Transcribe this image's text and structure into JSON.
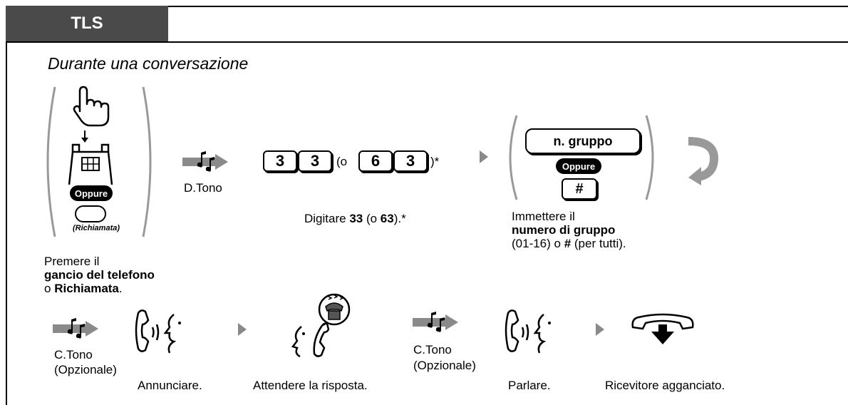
{
  "section_tab": "TLS",
  "subtitle": "Durante una conversazione",
  "or_badge": "Oppure",
  "recall_label": "(Richiamata)",
  "step1": {
    "line1": "Premere il",
    "line2": "gancio del telefono",
    "line3_prefix": "o ",
    "line3_bold": "Richiamata",
    "line3_suffix": "."
  },
  "dial_tone": "D.Tono",
  "keys": {
    "k1": "3",
    "k2": "3",
    "or_open": "(o",
    "k3": "6",
    "k4": "3",
    "close": ")*"
  },
  "step3": {
    "prefix": "Digitare ",
    "bold1": "33",
    "mid": " (o ",
    "bold2": "63",
    "suffix": ").*"
  },
  "group_key": "n. gruppo",
  "hash_key": "#",
  "step4": {
    "line1": "Immettere il",
    "line2": "numero di gruppo",
    "line3_prefix": "(01-16) o ",
    "line3_bold": "#",
    "line3_suffix": " (per tutti)."
  },
  "c_tone": "C.Tono",
  "optional": "(Opzionale)",
  "announce": "Annunciare.",
  "wait_answer": "Attendere la risposta.",
  "c_tone_2": "C.Tono",
  "optional_2": "(Opzionale)",
  "talk": "Parlare.",
  "on_hook": "Ricevitore agganciato.",
  "icons": [
    "hand-press-icon",
    "telephone-icon",
    "dial-tone-icon",
    "loop-arrow-icon",
    "speaking-person-icon",
    "ringing-phone-icon",
    "hang-up-icon",
    "flow-arrow-icon"
  ]
}
